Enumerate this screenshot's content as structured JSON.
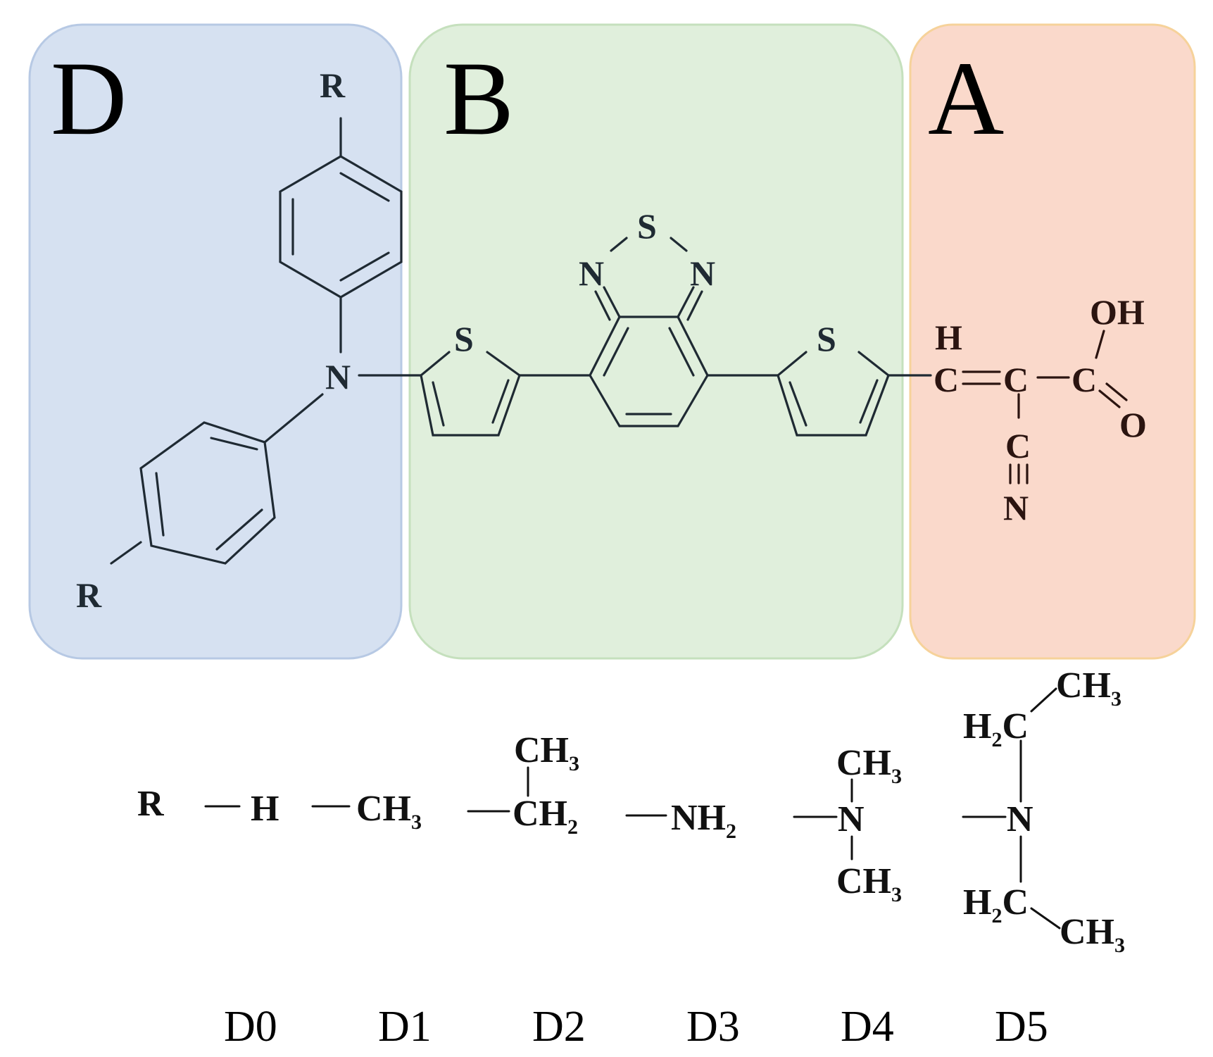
{
  "regions": {
    "donor": {
      "letter": "D",
      "fill": "#d6e1f1",
      "stroke": "#b7c9e4"
    },
    "bridge": {
      "letter": "B",
      "fill": "#e0efdc",
      "stroke": "#c5e0bd"
    },
    "acceptor": {
      "letter": "A",
      "fill": "#fad9cb",
      "stroke": "#f6d29a"
    }
  },
  "atoms": {
    "r": "R",
    "n": "N",
    "s": "S",
    "h": "H",
    "c": "C",
    "o": "O",
    "oh": "OH"
  },
  "substituents": {
    "r_label": "R",
    "d1_ch3": {
      "base": "CH",
      "sub": "3"
    },
    "d2_ch3": {
      "base": "CH",
      "sub": "3"
    },
    "d2_ch2": {
      "base": "CH",
      "sub": "2"
    },
    "d3_nh2": {
      "base": "NH",
      "sub": "2"
    },
    "d4_n": "N",
    "d4_ch3_top": {
      "base": "CH",
      "sub": "3"
    },
    "d4_ch3_bottom": {
      "base": "CH",
      "sub": "3"
    },
    "d5_n": "N",
    "d5_h2c_top": {
      "h": "H",
      "sub": "2",
      "c": "C"
    },
    "d5_h2c_bottom": {
      "h": "H",
      "sub": "2",
      "c": "C"
    },
    "d5_ch3_top": {
      "base": "CH",
      "sub": "3"
    },
    "d5_ch3_bottom": {
      "base": "CH",
      "sub": "3"
    },
    "d0_h": "H"
  },
  "labels": [
    "D0",
    "D1",
    "D2",
    "D3",
    "D4",
    "D5"
  ]
}
